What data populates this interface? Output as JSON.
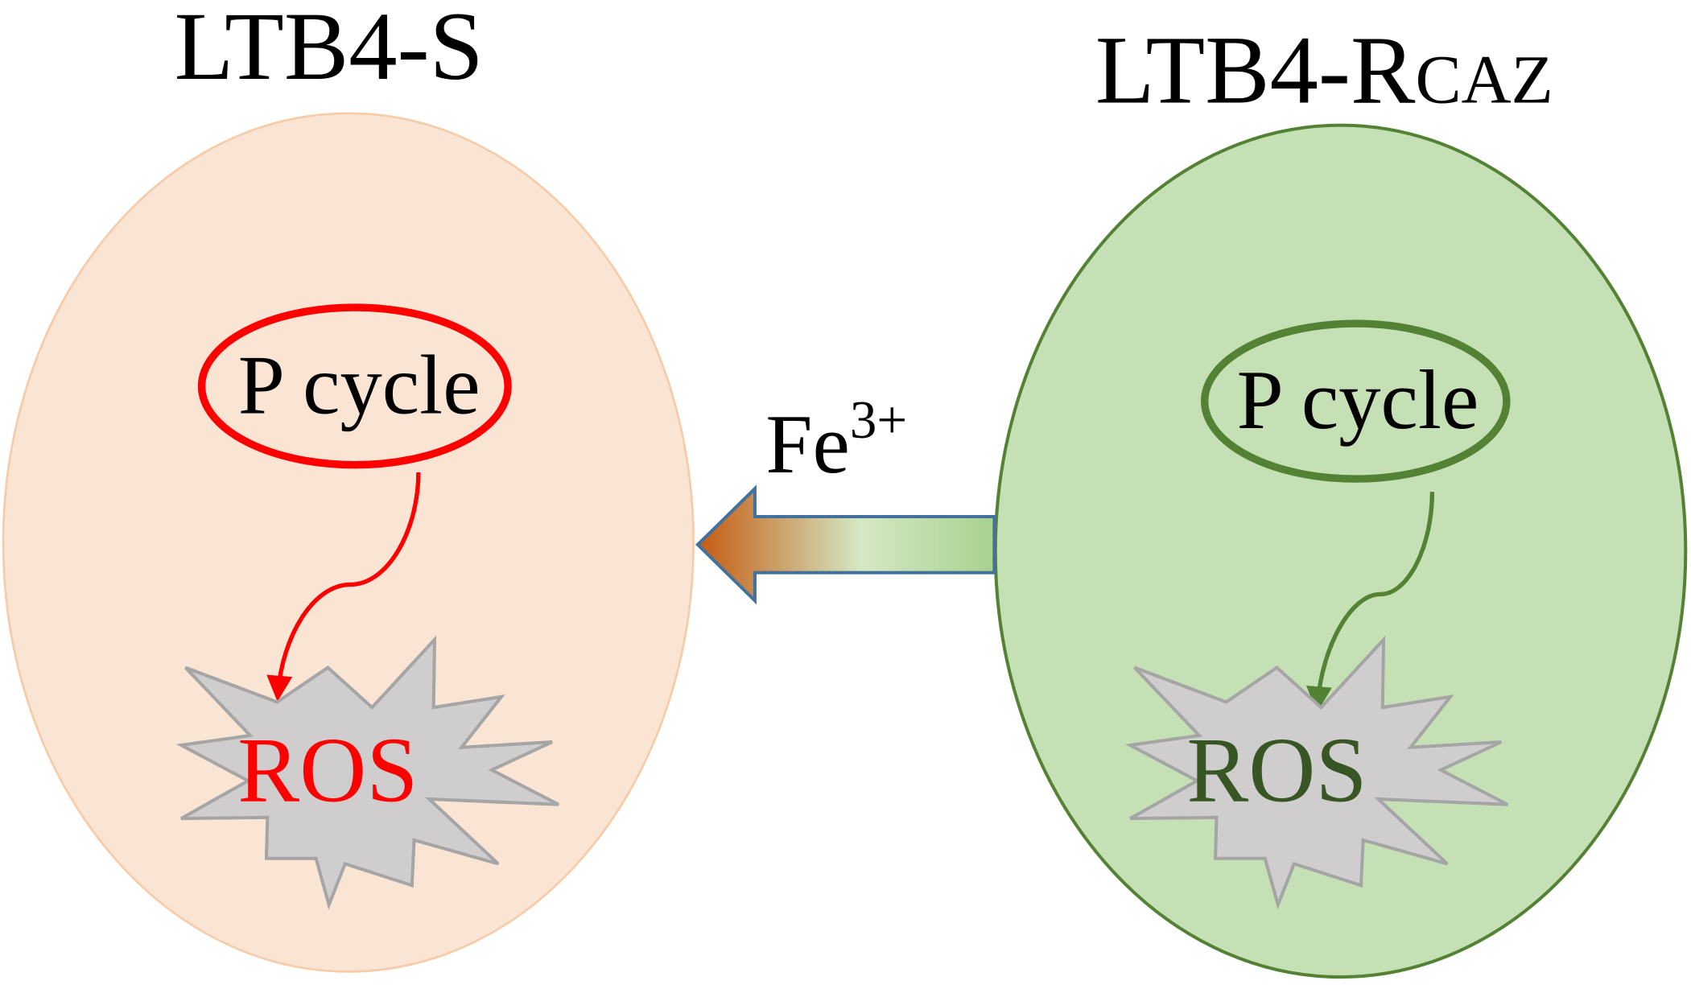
{
  "left_cell": {
    "title": "LTB4-S",
    "pcycle_label": "P cycle",
    "ros_label": "ROS",
    "fill_color": "#fae4d4",
    "border_color": "#f7cba7",
    "accent_color": "#ff0000",
    "ros_text_color": "#ff0000"
  },
  "right_cell": {
    "title_main": "LTB4-R",
    "title_sub": "CAZ",
    "pcycle_label": "P cycle",
    "ros_label": "ROS",
    "fill_color": "#c5e0b4",
    "border_color": "#548235",
    "accent_color": "#548235",
    "ros_text_color": "#375623"
  },
  "transfer": {
    "ion_base": "Fe",
    "ion_charge": "3+",
    "direction": "right-to-left",
    "gradient_start_color": "#c55a11",
    "gradient_end_color": "#a9d18e",
    "outline_color": "#41719c"
  },
  "burst_style": {
    "fill_color": "#cfcdcd",
    "stroke_color": "#a5a5a5"
  }
}
